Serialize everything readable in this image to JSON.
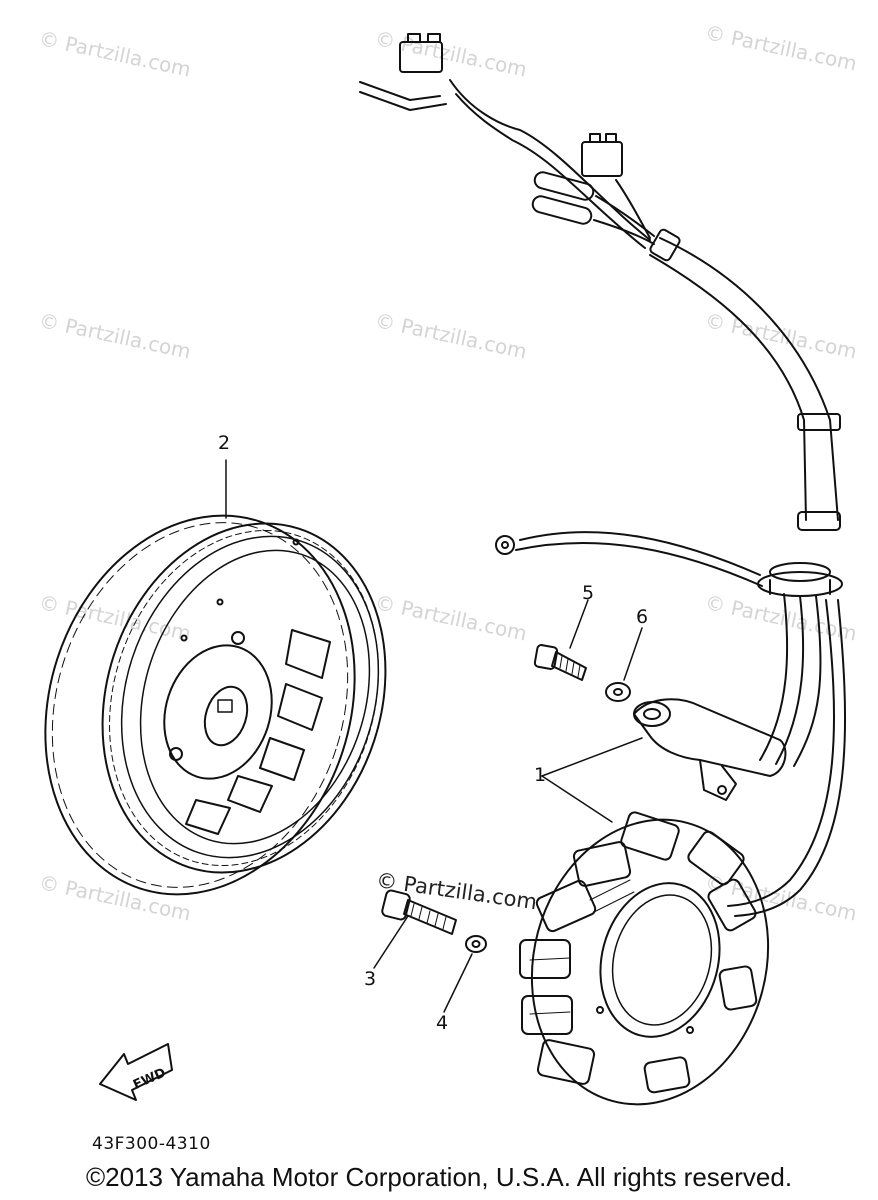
{
  "diagram": {
    "callouts": {
      "part1": "1",
      "part2": "2",
      "part3": "3",
      "part4": "4",
      "part5": "5",
      "part6": "6"
    },
    "fwd_label": "FWD",
    "drawing_code": "43F300-4310",
    "copyright": "©2013 Yamaha Motor Corporation, U.S.A. All rights reserved."
  },
  "watermark": {
    "text": "© Partzilla.com",
    "dark_text": "© Partzilla.com",
    "color": "#d4d4d4"
  }
}
